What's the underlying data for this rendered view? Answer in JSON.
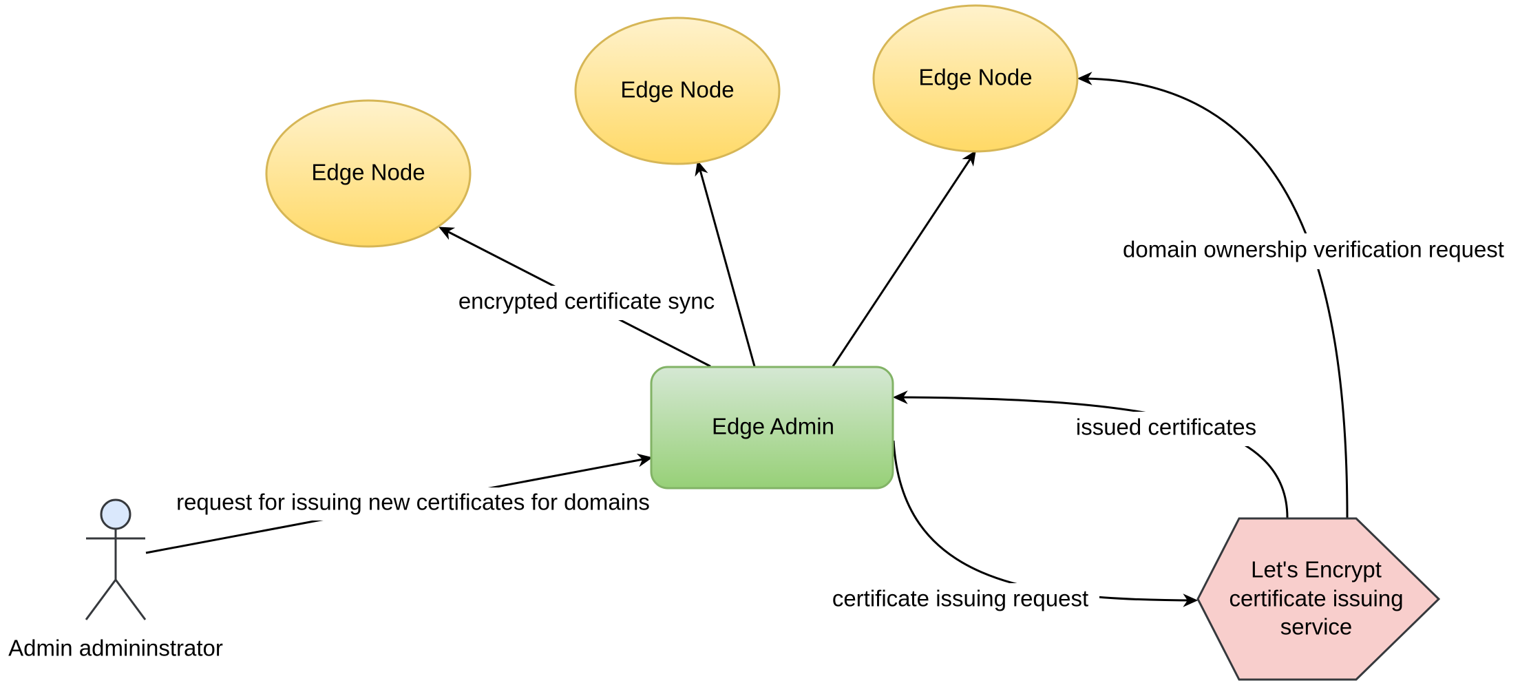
{
  "nodes": {
    "edge_node_left": {
      "label": "Edge Node"
    },
    "edge_node_center": {
      "label": "Edge Node"
    },
    "edge_node_right": {
      "label": "Edge Node"
    },
    "edge_admin": {
      "label": "Edge Admin"
    },
    "lets_encrypt": {
      "label_lines": [
        "Let's Encrypt",
        "certificate issuing",
        "service"
      ]
    },
    "actor": {
      "label": "Admin admininstrator"
    }
  },
  "edges": {
    "sync": {
      "label": "encrypted certificate sync"
    },
    "issue_request_from_admin": {
      "label": "request for issuing new certificates for domains"
    },
    "issued_certificates": {
      "label": "issued certificates"
    },
    "certificate_issuing_request": {
      "label": "certificate issuing request"
    },
    "domain_verification": {
      "label": "domain ownership verification request"
    }
  },
  "colors": {
    "edge_node_fill_top": "#fff2cc",
    "edge_node_fill_bottom": "#ffd966",
    "edge_node_stroke": "#d6b656",
    "admin_fill_top": "#d5e8d4",
    "admin_fill_bottom": "#97d077",
    "admin_stroke": "#82b366",
    "lets_encrypt_fill": "#f8cecc",
    "lets_encrypt_stroke": "#36393d",
    "actor_head_fill": "#dae8fc",
    "actor_stroke": "#36393d"
  }
}
